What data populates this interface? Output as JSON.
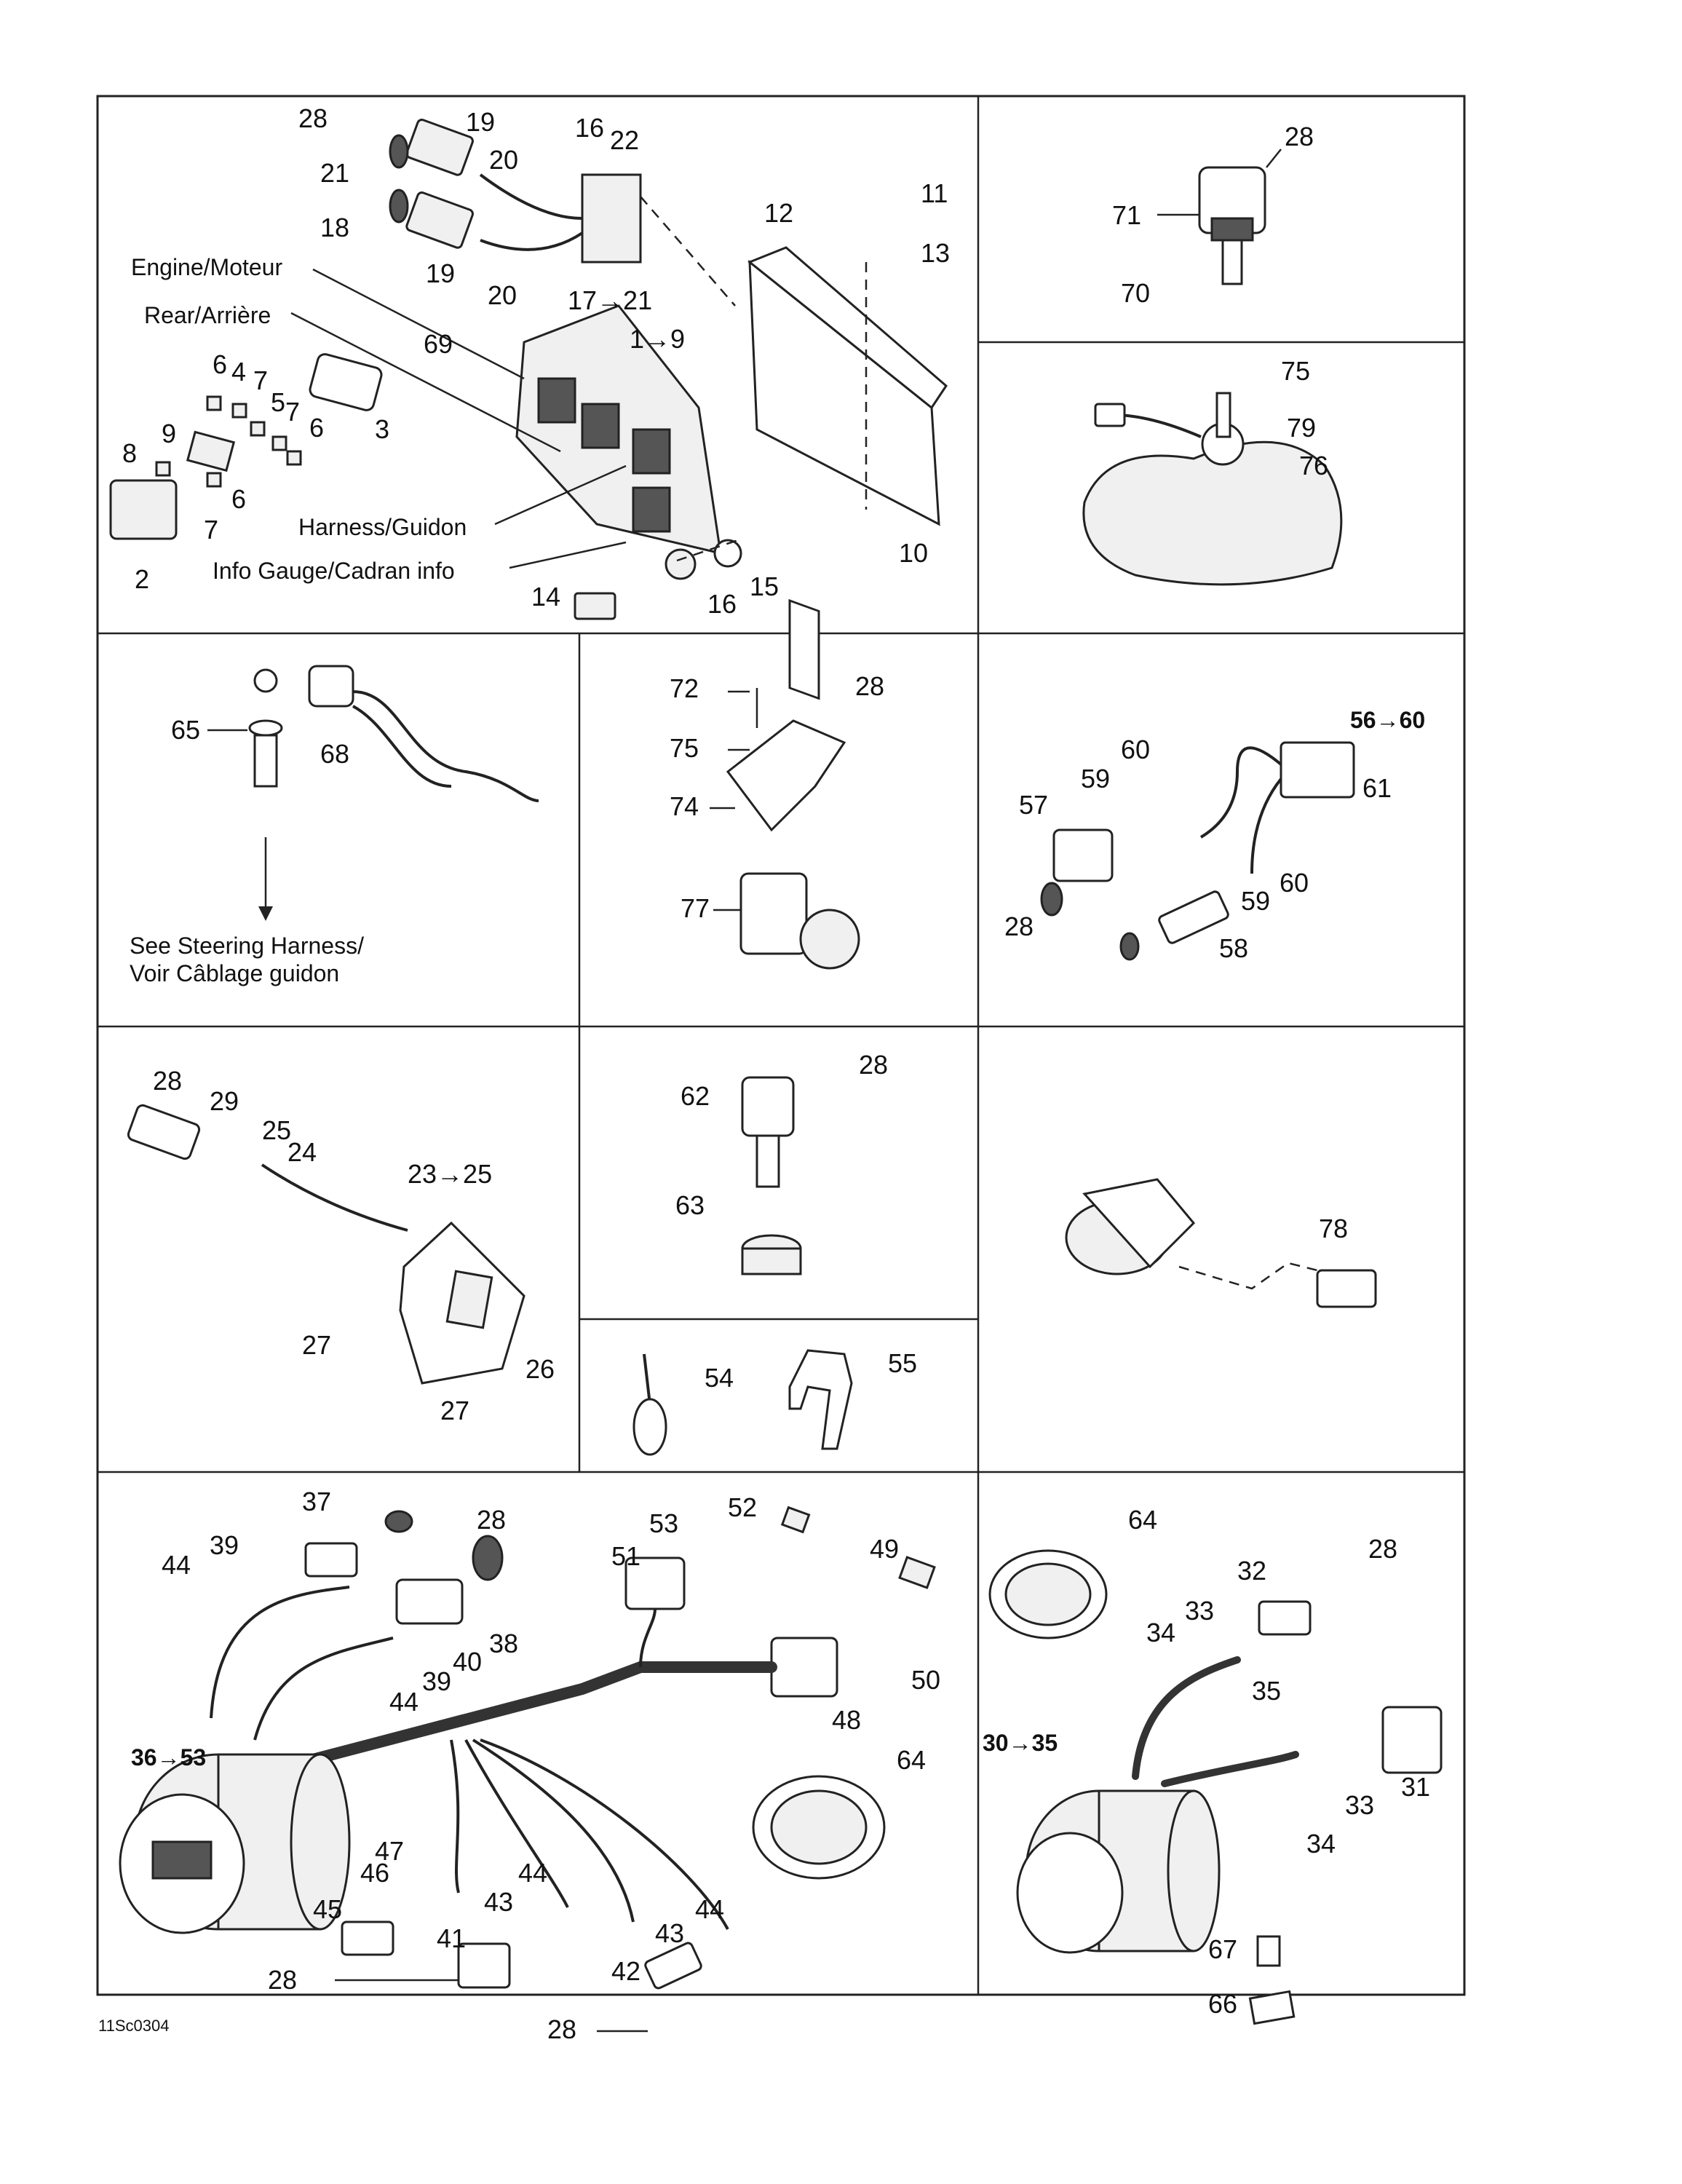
{
  "figure_ref": "11Sc0304",
  "panels": {
    "ecm": {
      "labels": {
        "engine": "Engine/Moteur",
        "rear": "Rear/Arrière",
        "harness": "Harness/Guidon",
        "info_gauge": "Info Gauge/Cadran info"
      },
      "callouts": [
        "28",
        "19",
        "16",
        "22",
        "21",
        "20",
        "18",
        "19",
        "20",
        "11",
        "12",
        "13",
        "17→21",
        "69",
        "1→9",
        "6",
        "4",
        "7",
        "5",
        "7",
        "6",
        "3",
        "9",
        "8",
        "6",
        "7",
        "2",
        "10",
        "14",
        "16",
        "15"
      ]
    },
    "sensor_71": {
      "callouts": [
        "28",
        "71",
        "70"
      ]
    },
    "sensor_79": {
      "callouts": [
        "75",
        "79",
        "76"
      ]
    },
    "lanyard": {
      "callouts": [
        "65",
        "68"
      ],
      "note_line1": "See Steering Harness/",
      "note_line2": "Voir Câblage guidon"
    },
    "switch_77": {
      "callouts": [
        "72",
        "28",
        "75",
        "74",
        "77"
      ]
    },
    "regulator": {
      "callouts": [
        "56→60",
        "60",
        "59",
        "57",
        "61",
        "60",
        "59",
        "28",
        "58"
      ]
    },
    "switch_housing": {
      "callouts": [
        "28",
        "29",
        "25",
        "24",
        "23→25",
        "27",
        "26",
        "27"
      ]
    },
    "sensor_62": {
      "callouts": [
        "62",
        "28",
        "63"
      ]
    },
    "ties": {
      "callouts": [
        "54",
        "55"
      ]
    },
    "sensor_78": {
      "callouts": [
        "78"
      ]
    },
    "gauge_harness": {
      "callouts": [
        "37",
        "28",
        "39",
        "44",
        "53",
        "52",
        "51",
        "49",
        "38",
        "40",
        "39",
        "44",
        "50",
        "48",
        "36→53",
        "64",
        "47",
        "46",
        "45",
        "44",
        "43",
        "41",
        "28",
        "44",
        "43",
        "42",
        "28"
      ]
    },
    "tach_gauge": {
      "callouts": [
        "64",
        "28",
        "32",
        "33",
        "34",
        "35",
        "30→35",
        "31",
        "33",
        "34",
        "67",
        "66"
      ]
    }
  }
}
